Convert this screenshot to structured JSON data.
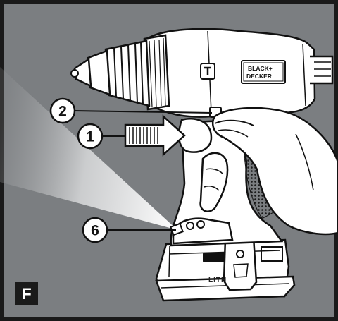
{
  "figure": {
    "label": "F",
    "colors": {
      "background": "#7b7e81",
      "frame": "#1a1a1a",
      "outline": "#111111",
      "body_fill": "#ffffff",
      "light_beam": "#f4f4f4"
    }
  },
  "brand": {
    "line1": "BLACK+",
    "line2": "DECKER"
  },
  "battery": {
    "partial_text": "LITH"
  },
  "callouts": [
    {
      "number": "2",
      "target": "forward-reverse-button"
    },
    {
      "number": "1",
      "target": "trigger-switch"
    },
    {
      "number": "6",
      "target": "work-light"
    }
  ],
  "icons": {
    "arrow": "push-arrow-icon",
    "hand": "hand-icon",
    "light": "light-beam"
  }
}
